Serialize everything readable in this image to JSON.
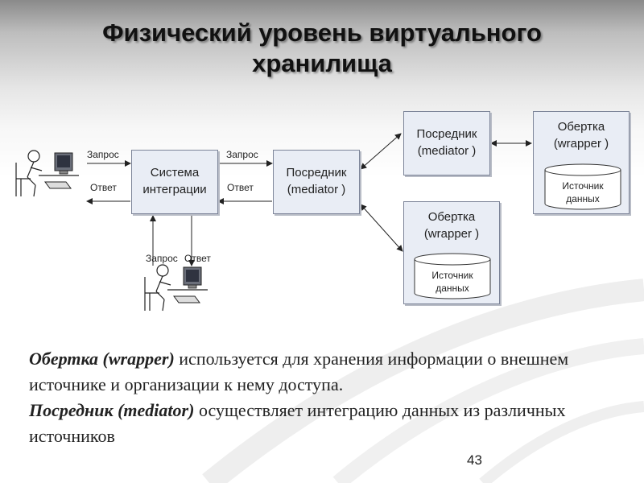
{
  "slide": {
    "title_line1": "Физический уровень виртуального",
    "title_line2": "хранилища",
    "page_number": "43"
  },
  "diagram": {
    "integration_box": {
      "line1": "Система",
      "line2": "интеграции"
    },
    "mediator_center": {
      "line1": "Посредник",
      "line2": "(mediator )"
    },
    "mediator_top": {
      "line1": "Посредник",
      "line2": "(mediator )"
    },
    "wrapper_top": {
      "line1": "Обертка",
      "line2": "(wrapper )",
      "source_line1": "Источник",
      "source_line2": "данных"
    },
    "wrapper_bottom": {
      "line1": "Обертка",
      "line2": "(wrapper )",
      "source_line1": "Источник",
      "source_line2": "данных"
    },
    "labels": {
      "request_left": "Запрос",
      "response_left": "Ответ",
      "request_mid": "Запрос",
      "response_mid": "Ответ",
      "request_bottom": "Запрос",
      "response_bottom": "Ответ"
    },
    "icons": [
      "user-at-computer-icon",
      "user-at-computer-icon"
    ]
  },
  "description": {
    "p1_term": "Обертка (wrapper)",
    "p1_text": " используется для хранения информации о внешнем источнике и организации к нему доступа.",
    "p2_term": "Посредник (mediator)",
    "p2_text": " осуществляет интеграцию данных из различных источников"
  },
  "colors": {
    "box_fill": "#e9edf5",
    "box_border": "#7d8599",
    "text": "#222222"
  }
}
